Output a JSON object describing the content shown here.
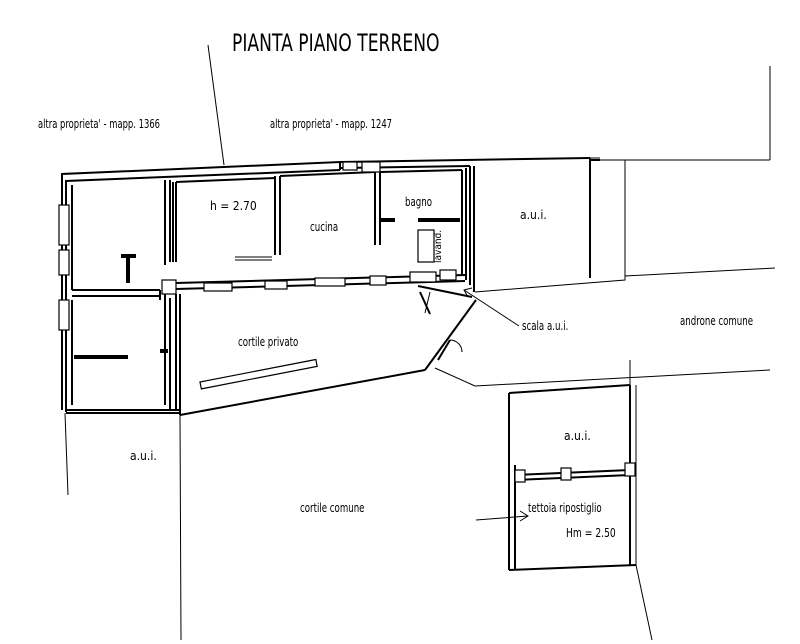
{
  "title": "PIANTA PIANO TERRENO",
  "labels": {
    "neighbor_left": "altra proprieta' - mapp. 1366",
    "neighbor_right": "altra proprieta' - mapp. 1247",
    "height_room": "h = 2.70",
    "kitchen": "cucina",
    "bathroom": "bagno",
    "sink": "lavand.",
    "oui_top_right": "a.u.i.",
    "private_courtyard": "cortile privato",
    "stair": "scala a.u.i.",
    "common_hall": "androne comune",
    "oui_bottom_left": "a.u.i.",
    "common_courtyard": "cortile comune",
    "oui_shed": "a.u.i.",
    "shed": "tettoia ripostiglio",
    "shed_height": "Hm = 2.50"
  }
}
